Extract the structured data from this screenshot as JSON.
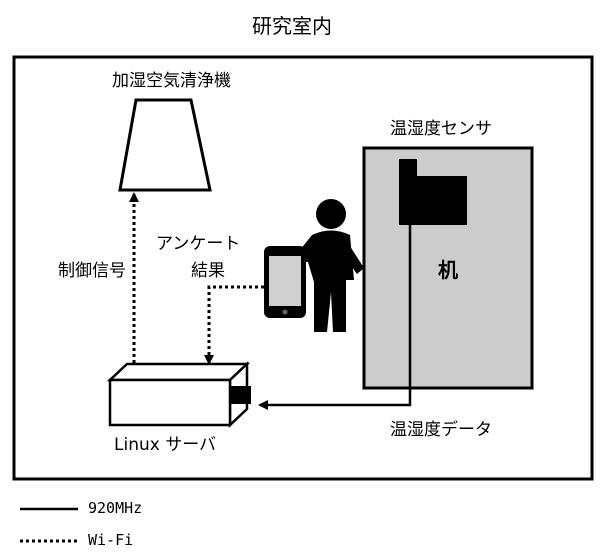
{
  "title": "研究室内",
  "labels": {
    "purifier": "加湿空気清浄機",
    "sensor": "温湿度センサ",
    "control_signal": "制御信号",
    "survey_line1": "アンケート",
    "survey_line2": "結果",
    "desk": "机",
    "server": "Linux サーバ",
    "sensor_data": "温湿度データ"
  },
  "legend": {
    "solid": "920MHz",
    "dotted": "Wi-Fi"
  },
  "colors": {
    "desk_fill": "#cccccc",
    "stroke": "#000000"
  }
}
